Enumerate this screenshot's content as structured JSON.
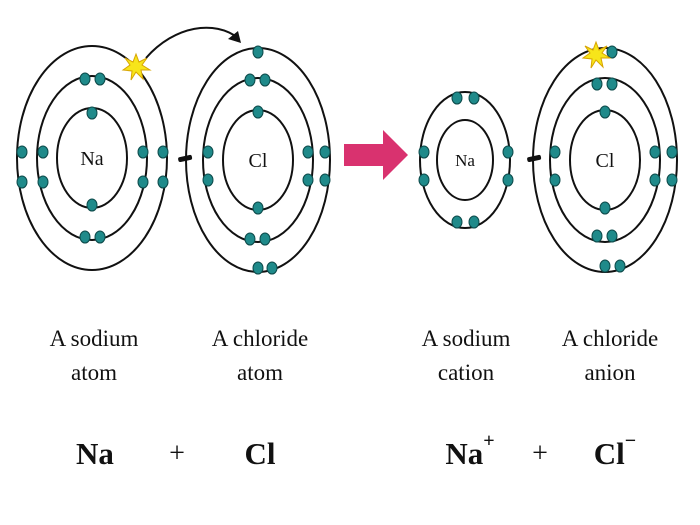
{
  "atoms": {
    "sodium_atom": {
      "symbol": "Na"
    },
    "chlorine_atom": {
      "symbol": "Cl"
    },
    "sodium_cation": {
      "symbol": "Na"
    },
    "chloride_anion": {
      "symbol": "Cl"
    }
  },
  "colors": {
    "electron": "#1f8a8a",
    "electron_outline": "#0d4a4a",
    "arrow": "#d9326f",
    "star": "#f7e51a"
  },
  "captions": {
    "sodium_atom": [
      "A sodium",
      "atom"
    ],
    "chlorine_atom": [
      "A chloride",
      "atom"
    ],
    "sodium_cation": [
      "A sodium",
      "cation"
    ],
    "chloride_anion": [
      "A chloride",
      "anion"
    ]
  },
  "equation": {
    "left_na": "Na",
    "left_plus": "+",
    "left_cl": "Cl",
    "right_na": "Na",
    "right_na_charge": "+",
    "right_plus": "+",
    "right_cl": "Cl",
    "right_cl_charge": "−"
  }
}
